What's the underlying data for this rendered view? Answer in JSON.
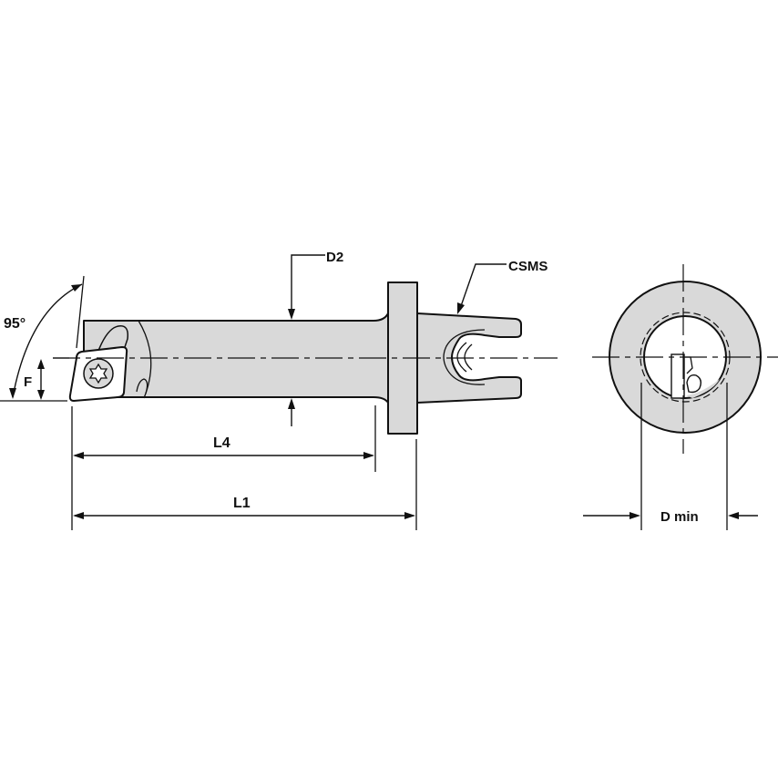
{
  "title": "Boring bar with CSMS coupling — dimension drawing",
  "colors": {
    "fill": "#d9d9d9",
    "line": "#111111",
    "background": "#ffffff"
  },
  "labels": {
    "angle": "95°",
    "f": "F",
    "d2": "D2",
    "csms": "CSMS",
    "l4": "L4",
    "l1": "L1",
    "dmin": "D min"
  },
  "views": [
    {
      "name": "side-view",
      "parts": [
        "insert",
        "head",
        "bar",
        "flange",
        "csms-coupling"
      ]
    },
    {
      "name": "end-view",
      "parts": [
        "outer-circle",
        "bore-circle",
        "insert-slot"
      ]
    }
  ]
}
